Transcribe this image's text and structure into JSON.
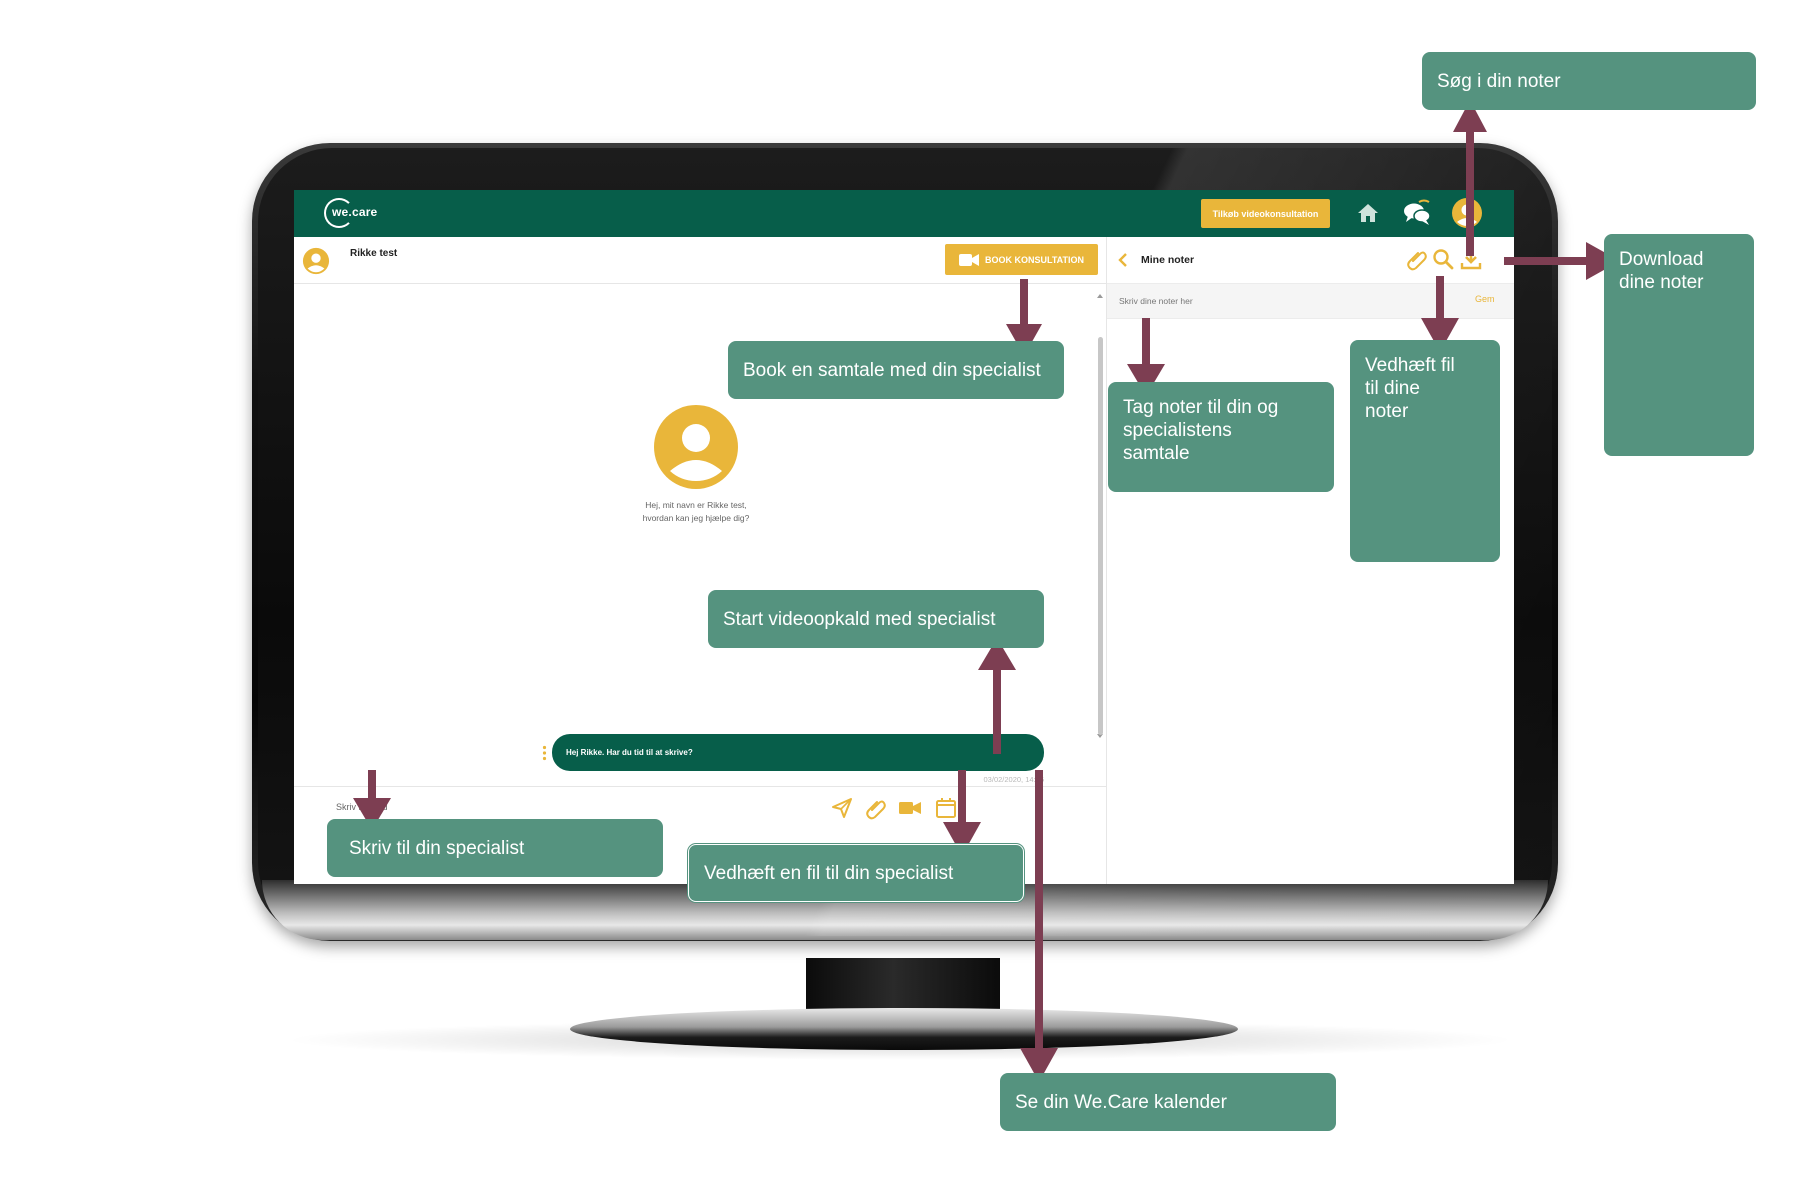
{
  "app": {
    "logo_text": "we.care",
    "buy_video_button": "Tilkøb videokonsultation"
  },
  "chat": {
    "contact_name": "Rikke test",
    "book_button": "BOOK KONSULTATION",
    "greeting_line1": "Hej, mit navn er Rikke test,",
    "greeting_line2": "hvordan kan jeg hjælpe dig?",
    "message_text": "Hej Rikke. Har du tid til at skrive?",
    "message_time": "03/02/2020, 14:06",
    "compose_placeholder": "Skriv besked"
  },
  "notes": {
    "title": "Mine noter",
    "input_placeholder": "Skriv dine noter her",
    "save_button": "Gem"
  },
  "callouts": {
    "search_notes": "Søg i din noter",
    "download_notes_line1": "Download",
    "download_notes_line2": "dine noter",
    "book_conversation": "Book en samtale med din specialist",
    "tag_notes_line1": "Tag noter til din og",
    "tag_notes_line2": "specialistens",
    "tag_notes_line3": "samtale",
    "attach_notes_line1": "Vedhæft fil",
    "attach_notes_line2": "til dine",
    "attach_notes_line3": "noter",
    "start_video": "Start videoopkald med specialist",
    "write_specialist": "Skriv til din specialist",
    "attach_specialist": "Vedhæft en fil til din specialist",
    "calendar": "Se din We.Care kalender"
  },
  "colors": {
    "brand_green": "#075e4a",
    "accent_yellow": "#e9b63a",
    "callout_green": "#55937f",
    "arrow_maroon": "#7d3e52"
  },
  "icons": {
    "home": "home-icon",
    "chat": "chat-bubbles-icon",
    "user": "user-avatar-icon",
    "video": "video-camera-icon",
    "send": "send-icon",
    "attach": "paperclip-icon",
    "calendar": "calendar-icon",
    "search": "search-icon",
    "download": "download-icon",
    "back": "chevron-left-icon"
  }
}
